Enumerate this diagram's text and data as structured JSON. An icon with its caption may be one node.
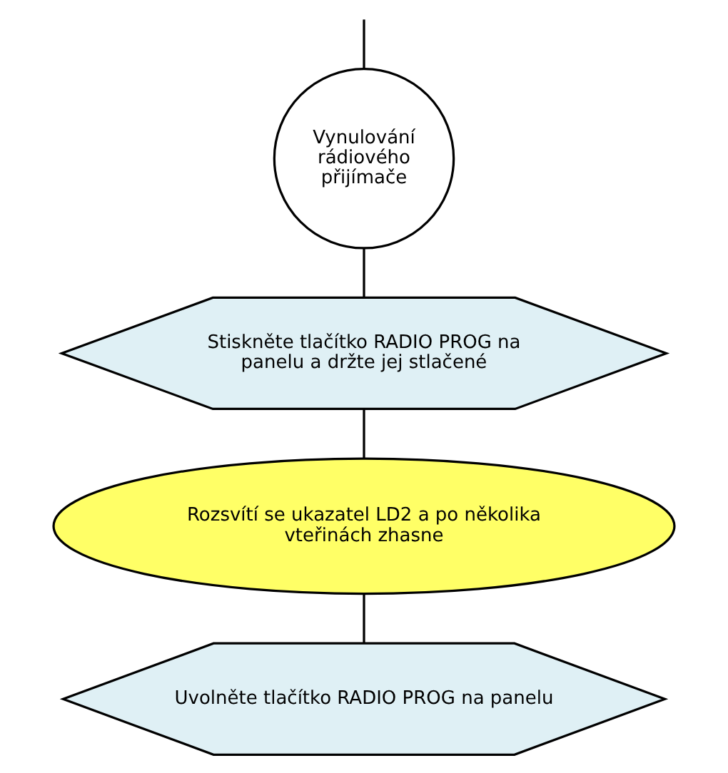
{
  "diagram": {
    "nodes": [
      {
        "text": [
          "Vynulování rádiového přijímače"
        ]
      },
      {
        "text": [
          "Stiskněte tlačítko RADIO PROG na panelu a držte jej stlačené"
        ]
      },
      {
        "text": [
          "Rozsvítí se ukazatel LD2 a po několika vteřinách zhasne"
        ]
      },
      {
        "text": [
          "Uvolněte tlačítko RADIO PROG na panelu"
        ]
      }
    ],
    "edges": [
      {
        "from": null,
        "to": 0,
        "arrow": "none"
      },
      {
        "from": 0,
        "to": 1,
        "arrow": "none"
      },
      {
        "from": 1,
        "to": 2,
        "arrow": "none"
      },
      {
        "from": 2,
        "to": 3,
        "arrow": "none"
      }
    ]
  }
}
